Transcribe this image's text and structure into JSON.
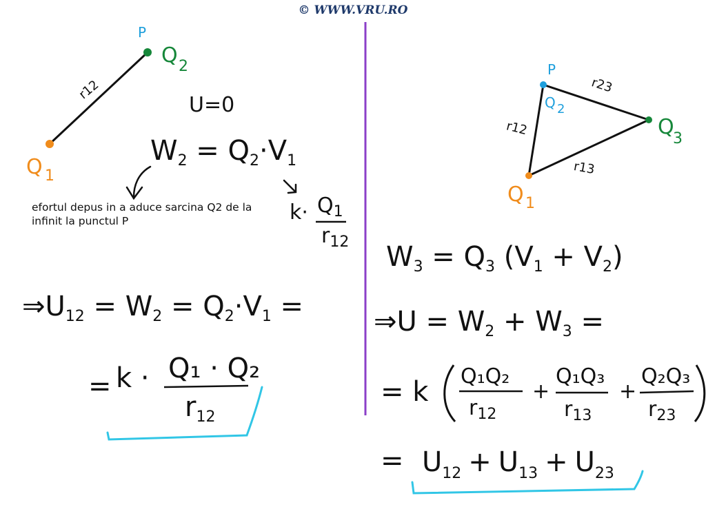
{
  "watermark": "© WWW.VRU.RO",
  "colors": {
    "ink": "#111111",
    "p_label": "#1e9fdc",
    "q1": "#f08c1c",
    "q2": "#16873a",
    "q3": "#16873a",
    "divider": "#8b3fc8",
    "underline": "#31c6e6"
  },
  "left": {
    "labels": {
      "p": "P",
      "q1": "Q",
      "q1_sub": "1",
      "q2": "Q",
      "q2_sub": "2",
      "r12": "r12",
      "u_zero": "U=0"
    },
    "eq_w2": {
      "main": "W",
      "sub": "2",
      "rest": " = Q",
      "sub2": "2",
      "rest2": "·V",
      "sub3": "1"
    },
    "note": "efortul depus in a aduce sarcina Q2 de la infinit la punctul P",
    "v1_expr": {
      "k": "k·",
      "num": "Q",
      "num_sub": "1",
      "den": "r",
      "den_sub": "12"
    },
    "eq_u12": {
      "text": "⇒U",
      "sub": "12",
      "rest": " = W",
      "sub2": "2",
      "rest2": " =  Q",
      "sub3": "2",
      "rest3": "·V",
      "sub4": "1",
      "end": " ="
    },
    "eq_result": {
      "eq": "=",
      "k": "k ·",
      "num": "Q₁ · Q₂",
      "den": "r",
      "den_sub": "12"
    }
  },
  "right": {
    "labels": {
      "p": "P",
      "q2": "Q",
      "q2_sub": "2",
      "q3": "Q",
      "q3_sub": "3",
      "q1": "Q",
      "q1_sub": "1",
      "r12": "r12",
      "r13": "r13",
      "r23": "r23"
    },
    "eq_w3": {
      "text": "W",
      "sub": "3",
      "rest": " = Q",
      "sub2": "3",
      "rest2": " (V",
      "sub3": "1",
      "rest3": " + V",
      "sub4": "2",
      "end": ")"
    },
    "eq_u": {
      "text": "⇒U =  W",
      "sub": "2",
      "rest": " + W",
      "sub2": "3",
      "end": " ="
    },
    "eq_k": {
      "eq": "=  k",
      "terms": [
        {
          "num": "Q₁Q₂",
          "den": "r",
          "den_sub": "12"
        },
        {
          "num": "Q₁Q₃",
          "den": "r",
          "den_sub": "13"
        },
        {
          "num": "Q₂Q₃",
          "den": "r",
          "den_sub": "23"
        }
      ],
      "plus": "+"
    },
    "eq_sum": {
      "eq": "=",
      "u": "U",
      "s1": "12",
      "plus": "+",
      "s2": "13",
      "s3": "23"
    }
  }
}
